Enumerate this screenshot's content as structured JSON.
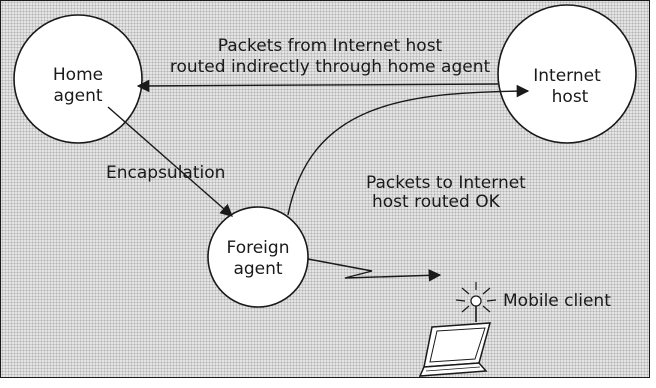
{
  "nodes": {
    "home_agent": {
      "line1": "Home",
      "line2": "agent"
    },
    "internet_host": {
      "line1": "Internet",
      "line2": "host"
    },
    "foreign_agent": {
      "line1": "Foreign",
      "line2": "agent"
    },
    "mobile_client": {
      "label": "Mobile client"
    }
  },
  "edges": {
    "indirect_route": {
      "line1": "Packets from Internet host",
      "line2": "routed indirectly through home agent"
    },
    "encapsulation": {
      "label": "Encapsulation"
    },
    "direct_route": {
      "line1": "Packets to Internet",
      "line2": "host routed OK"
    }
  }
}
